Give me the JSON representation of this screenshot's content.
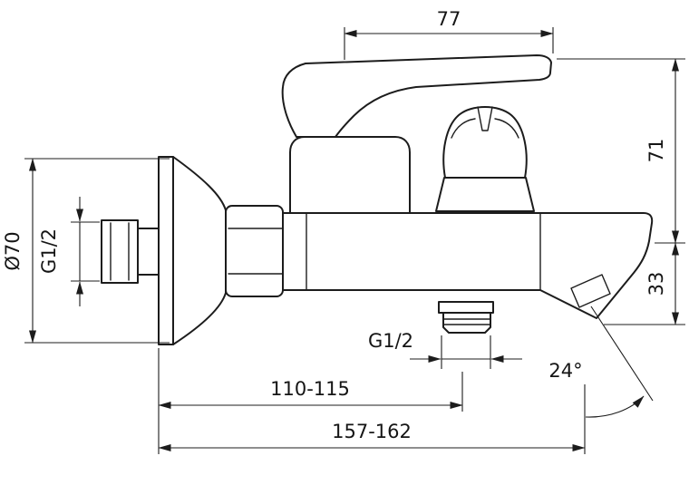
{
  "colors": {
    "background": "#ffffff",
    "line": "#1c1c1c"
  },
  "dimensions": {
    "lever_length": "77",
    "height_upper": "71",
    "height_spout": "33",
    "flange_diameter": "Ø70",
    "inlet_thread": "G1/2",
    "outlet_thread": "G1/2",
    "depth_inner": "110-115",
    "depth_outer": "157-162",
    "spout_angle": "24°"
  }
}
